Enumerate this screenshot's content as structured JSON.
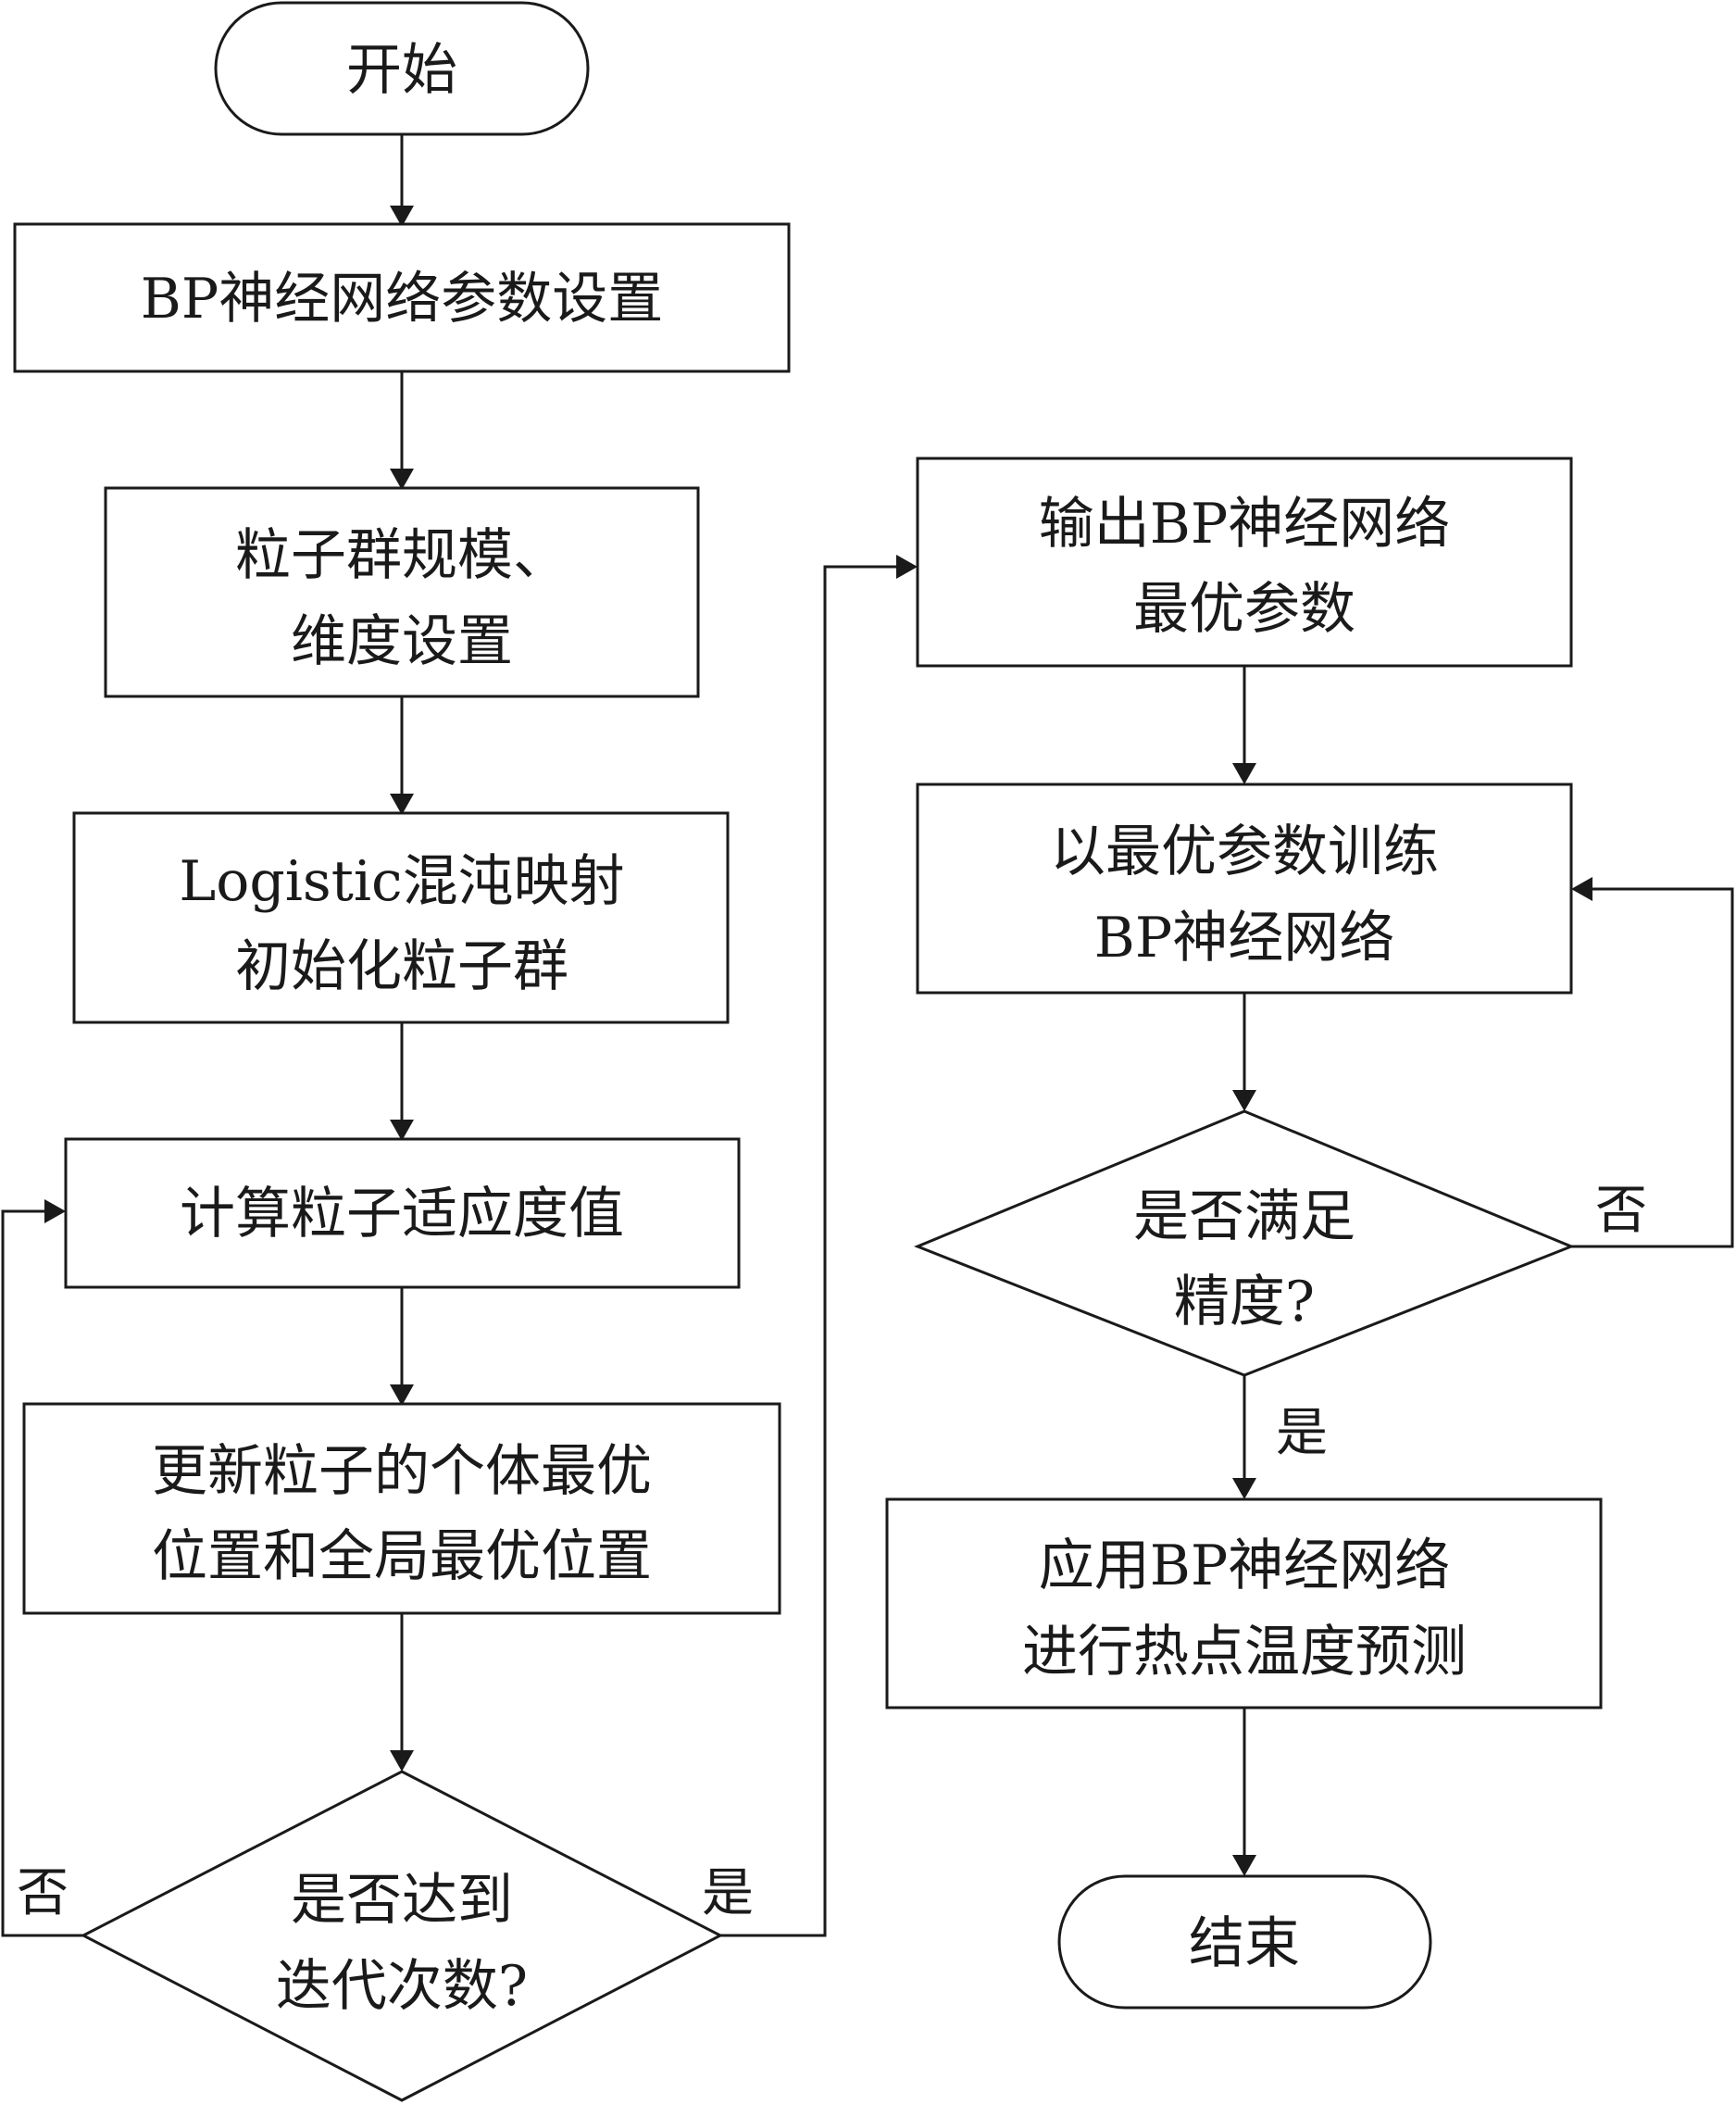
{
  "nodes": {
    "start": {
      "text": "开始"
    },
    "bp_params": {
      "text": "BP神经网络参数设置"
    },
    "swarm_setup": {
      "line1": "粒子群规模、",
      "line2": "维度设置"
    },
    "chaos_init": {
      "line1": "Logistic混沌映射",
      "line2": "初始化粒子群"
    },
    "fitness": {
      "text": "计算粒子适应度值"
    },
    "update": {
      "line1": "更新粒子的个体最优",
      "line2": "位置和全局最优位置"
    },
    "iter_check": {
      "line1": "是否达到",
      "line2": "迭代次数?"
    },
    "output_best": {
      "line1": "输出BP神经网络",
      "line2": "最优参数"
    },
    "train": {
      "line1": "以最优参数训练",
      "line2": "BP神经网络"
    },
    "accuracy_check": {
      "line1": "是否满足",
      "line2": "精度?"
    },
    "apply": {
      "line1": "应用BP神经网络",
      "line2": "进行热点温度预测"
    },
    "end": {
      "text": "结束"
    }
  },
  "edge_labels": {
    "iter_no": "否",
    "iter_yes": "是",
    "accuracy_no": "否",
    "accuracy_yes": "是"
  }
}
